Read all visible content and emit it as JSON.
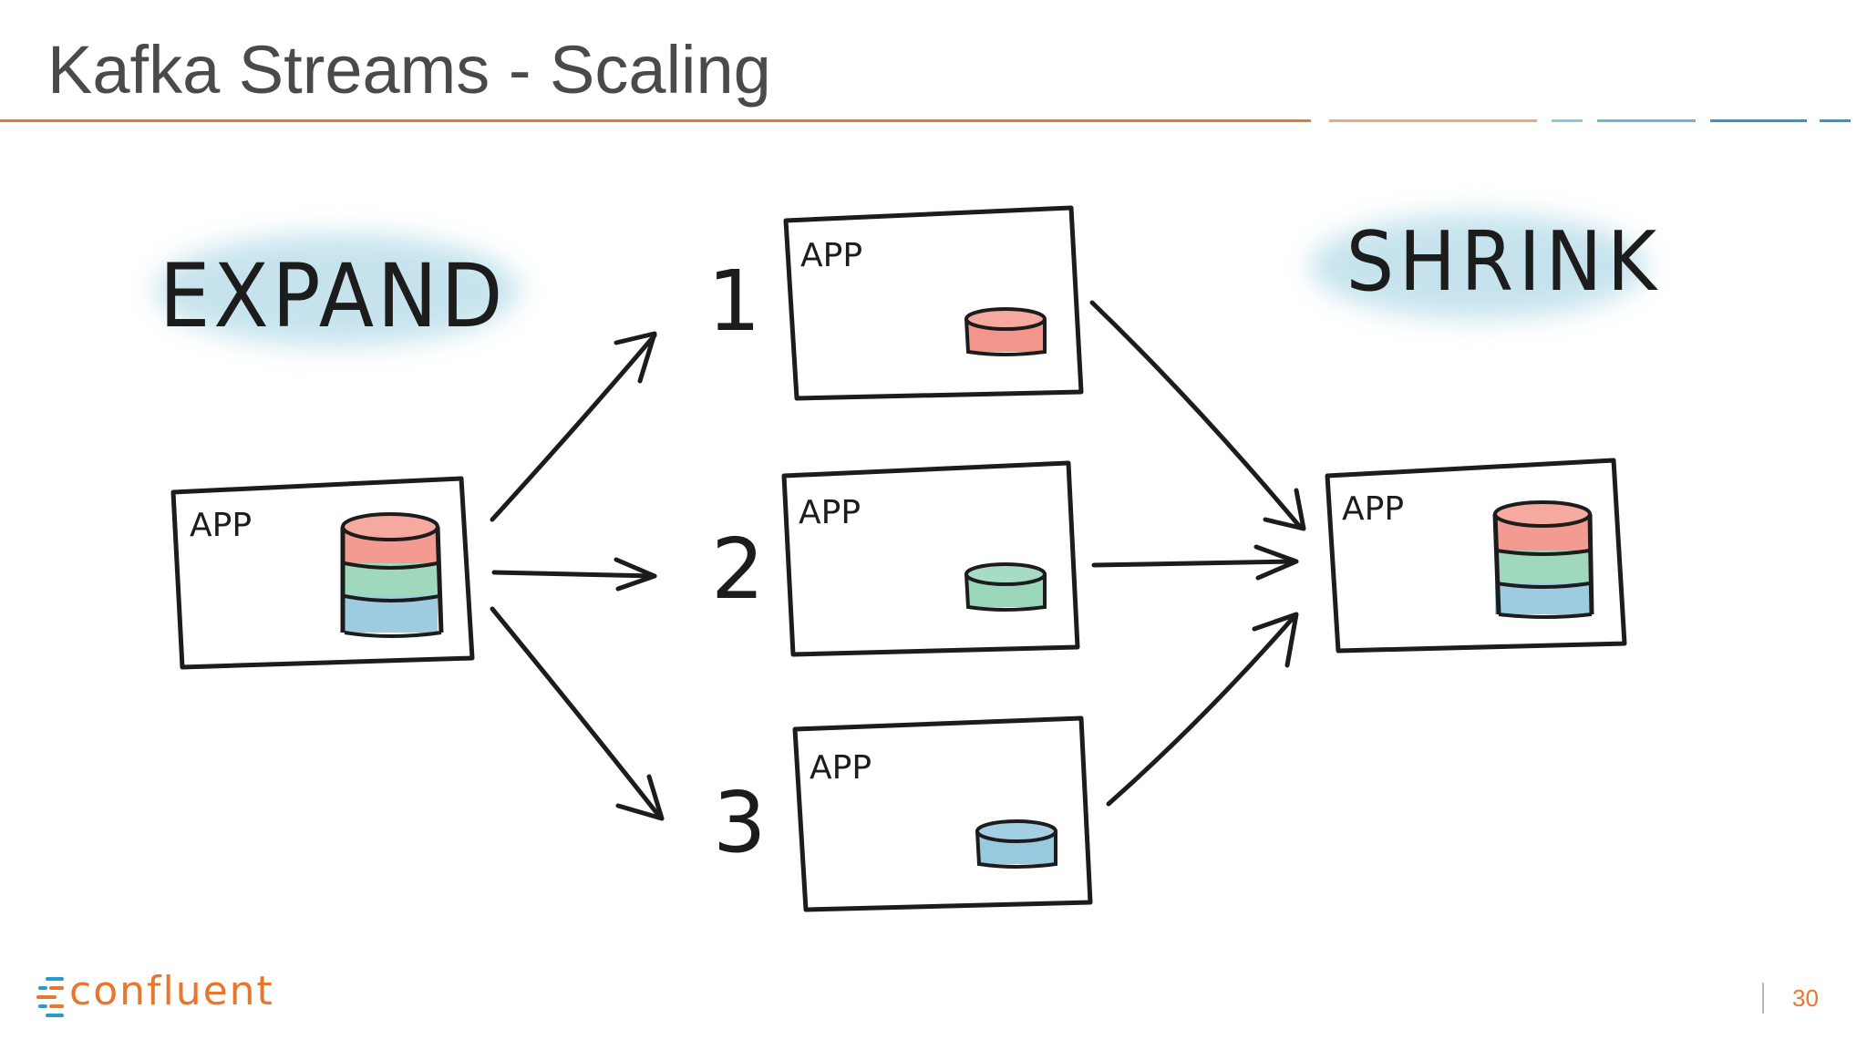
{
  "slide": {
    "title": "Kafka Streams - Scaling",
    "page_number": "30"
  },
  "brand": {
    "name": "confluent",
    "accent_orange": "#e8762d",
    "accent_blue": "#2a9bd0",
    "logo_icon": "confluent-logo-icon"
  },
  "diagram": {
    "expand_label": "EXPAND",
    "shrink_label": "SHRINK",
    "app_label": "APP",
    "step_labels": [
      "1",
      "2",
      "3"
    ],
    "partition_colors": {
      "red": "#f28a7e",
      "green": "#8fd1b3",
      "blue": "#8cc3dc"
    }
  }
}
